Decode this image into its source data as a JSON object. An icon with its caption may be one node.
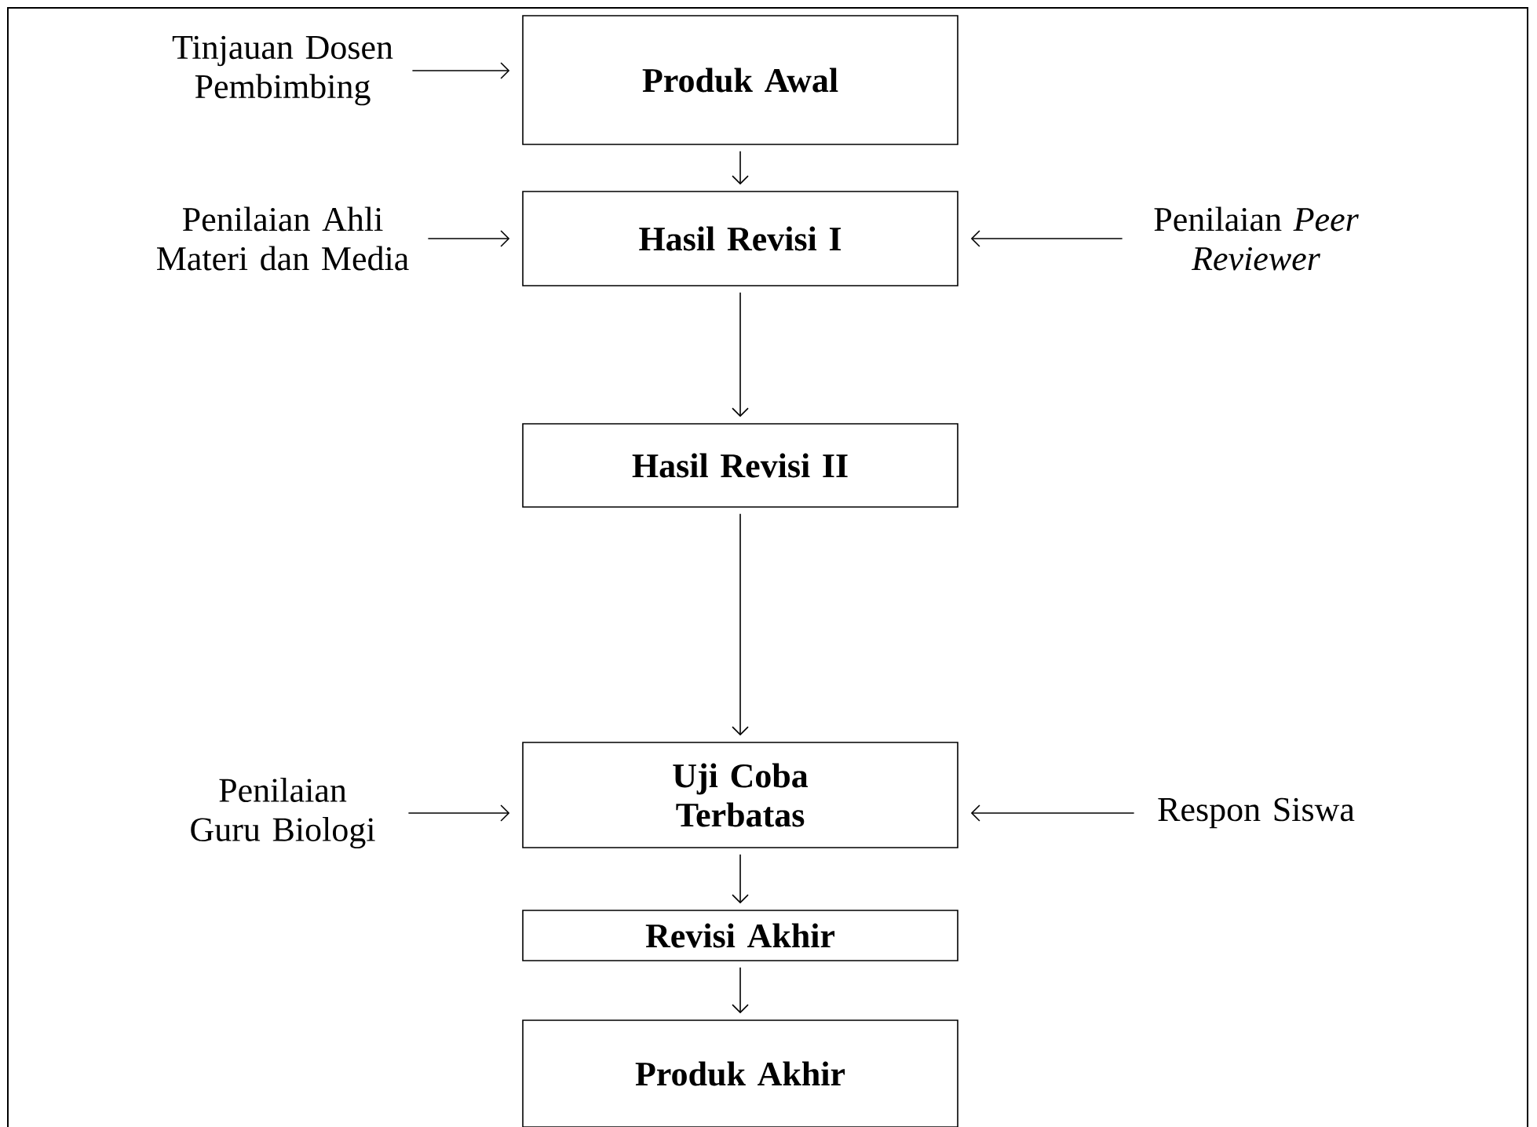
{
  "diagram": {
    "nodes": [
      {
        "text": [
          "Tinjauan Dosen Pembimbing"
        ]
      },
      {
        "text": [
          "Produk Awal"
        ]
      },
      {
        "text": [
          "Penilaian Ahli Materi dan Media"
        ]
      },
      {
        "text": [
          "Hasil Revisi I"
        ]
      },
      {
        "text": [
          "Penilaian *Peer Reviewer*"
        ]
      },
      {
        "text": [
          "Hasil Revisi II"
        ]
      },
      {
        "text": [
          "Penilaian Guru Biologi"
        ]
      },
      {
        "text": [
          "Uji Coba Terbatas"
        ]
      },
      {
        "text": [
          "Respon Siswa"
        ]
      },
      {
        "text": [
          "Revisi Akhir"
        ]
      },
      {
        "text": [
          "Produk Akhir"
        ]
      }
    ],
    "edges": [
      {
        "from": 0,
        "to": 1,
        "arrow": "to"
      },
      {
        "from": 1,
        "to": 3,
        "arrow": "to"
      },
      {
        "from": 2,
        "to": 3,
        "arrow": "to"
      },
      {
        "from": 4,
        "to": 3,
        "arrow": "to"
      },
      {
        "from": 3,
        "to": 5,
        "arrow": "to"
      },
      {
        "from": 5,
        "to": 7,
        "arrow": "to"
      },
      {
        "from": 6,
        "to": 7,
        "arrow": "to"
      },
      {
        "from": 8,
        "to": 7,
        "arrow": "to"
      },
      {
        "from": 7,
        "to": 9,
        "arrow": "to"
      },
      {
        "from": 9,
        "to": 10,
        "arrow": "to"
      }
    ]
  }
}
